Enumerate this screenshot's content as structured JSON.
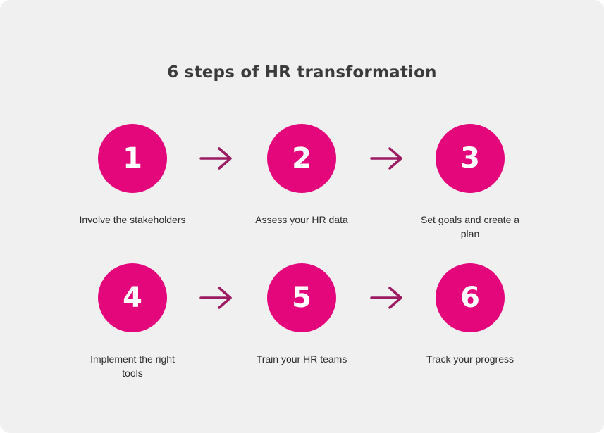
{
  "title": "6 steps of HR transformation",
  "accent_color": "#e4077c",
  "arrow_color": "#9c1b63",
  "icons": {
    "arrow": "arrow-right-icon"
  },
  "steps": [
    {
      "number": "1",
      "label": "Involve the stakeholders"
    },
    {
      "number": "2",
      "label": "Assess your HR data"
    },
    {
      "number": "3",
      "label": "Set goals and create a plan"
    },
    {
      "number": "4",
      "label": "Implement the right tools"
    },
    {
      "number": "5",
      "label": "Train your HR teams"
    },
    {
      "number": "6",
      "label": "Track your progress"
    }
  ]
}
